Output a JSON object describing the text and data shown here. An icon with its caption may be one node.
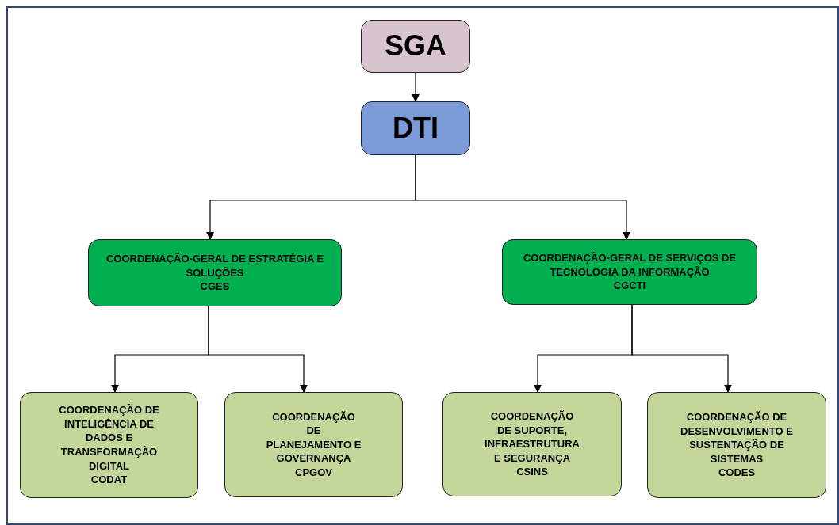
{
  "diagram": {
    "nodes": [
      {
        "text": [
          "SGA"
        ]
      },
      {
        "text": [
          "DTI"
        ]
      },
      {
        "text": [
          "COORDENAÇÃO-GERAL DE ESTRATÉGIA E SOLUÇÕES",
          "CGES"
        ]
      },
      {
        "text": [
          "COORDENAÇÃO-GERAL DE SERVIÇOS DE TECNOLOGIA DA INFORMAÇÃO",
          "CGCTI"
        ]
      },
      {
        "text": [
          "COORDENAÇÃO DE INTELIGÊNCIA DE DADOS E TRANSFORMAÇÃO DIGITAL",
          "CODAT"
        ]
      },
      {
        "text": [
          "COORDENAÇÃO DE PLANEJAMENTO E GOVERNANÇA",
          "CPGOV"
        ]
      },
      {
        "text": [
          "COORDENAÇÃO DE SUPORTE, INFRAESTRUTURA E SEGURANÇA",
          "CSINS"
        ]
      },
      {
        "text": [
          "COORDENAÇÃO DE DESENVOLVIMENTO E SUSTENTAÇÃO DE SISTEMAS",
          "CODES"
        ]
      }
    ],
    "edges": [
      {
        "from": 0,
        "to": 1,
        "arrow": "to"
      },
      {
        "from": 1,
        "to": 2,
        "arrow": "to"
      },
      {
        "from": 1,
        "to": 3,
        "arrow": "to"
      },
      {
        "from": 2,
        "to": 4,
        "arrow": "to"
      },
      {
        "from": 2,
        "to": 5,
        "arrow": "to"
      },
      {
        "from": 3,
        "to": 6,
        "arrow": "to"
      },
      {
        "from": 3,
        "to": 7,
        "arrow": "to"
      }
    ]
  }
}
